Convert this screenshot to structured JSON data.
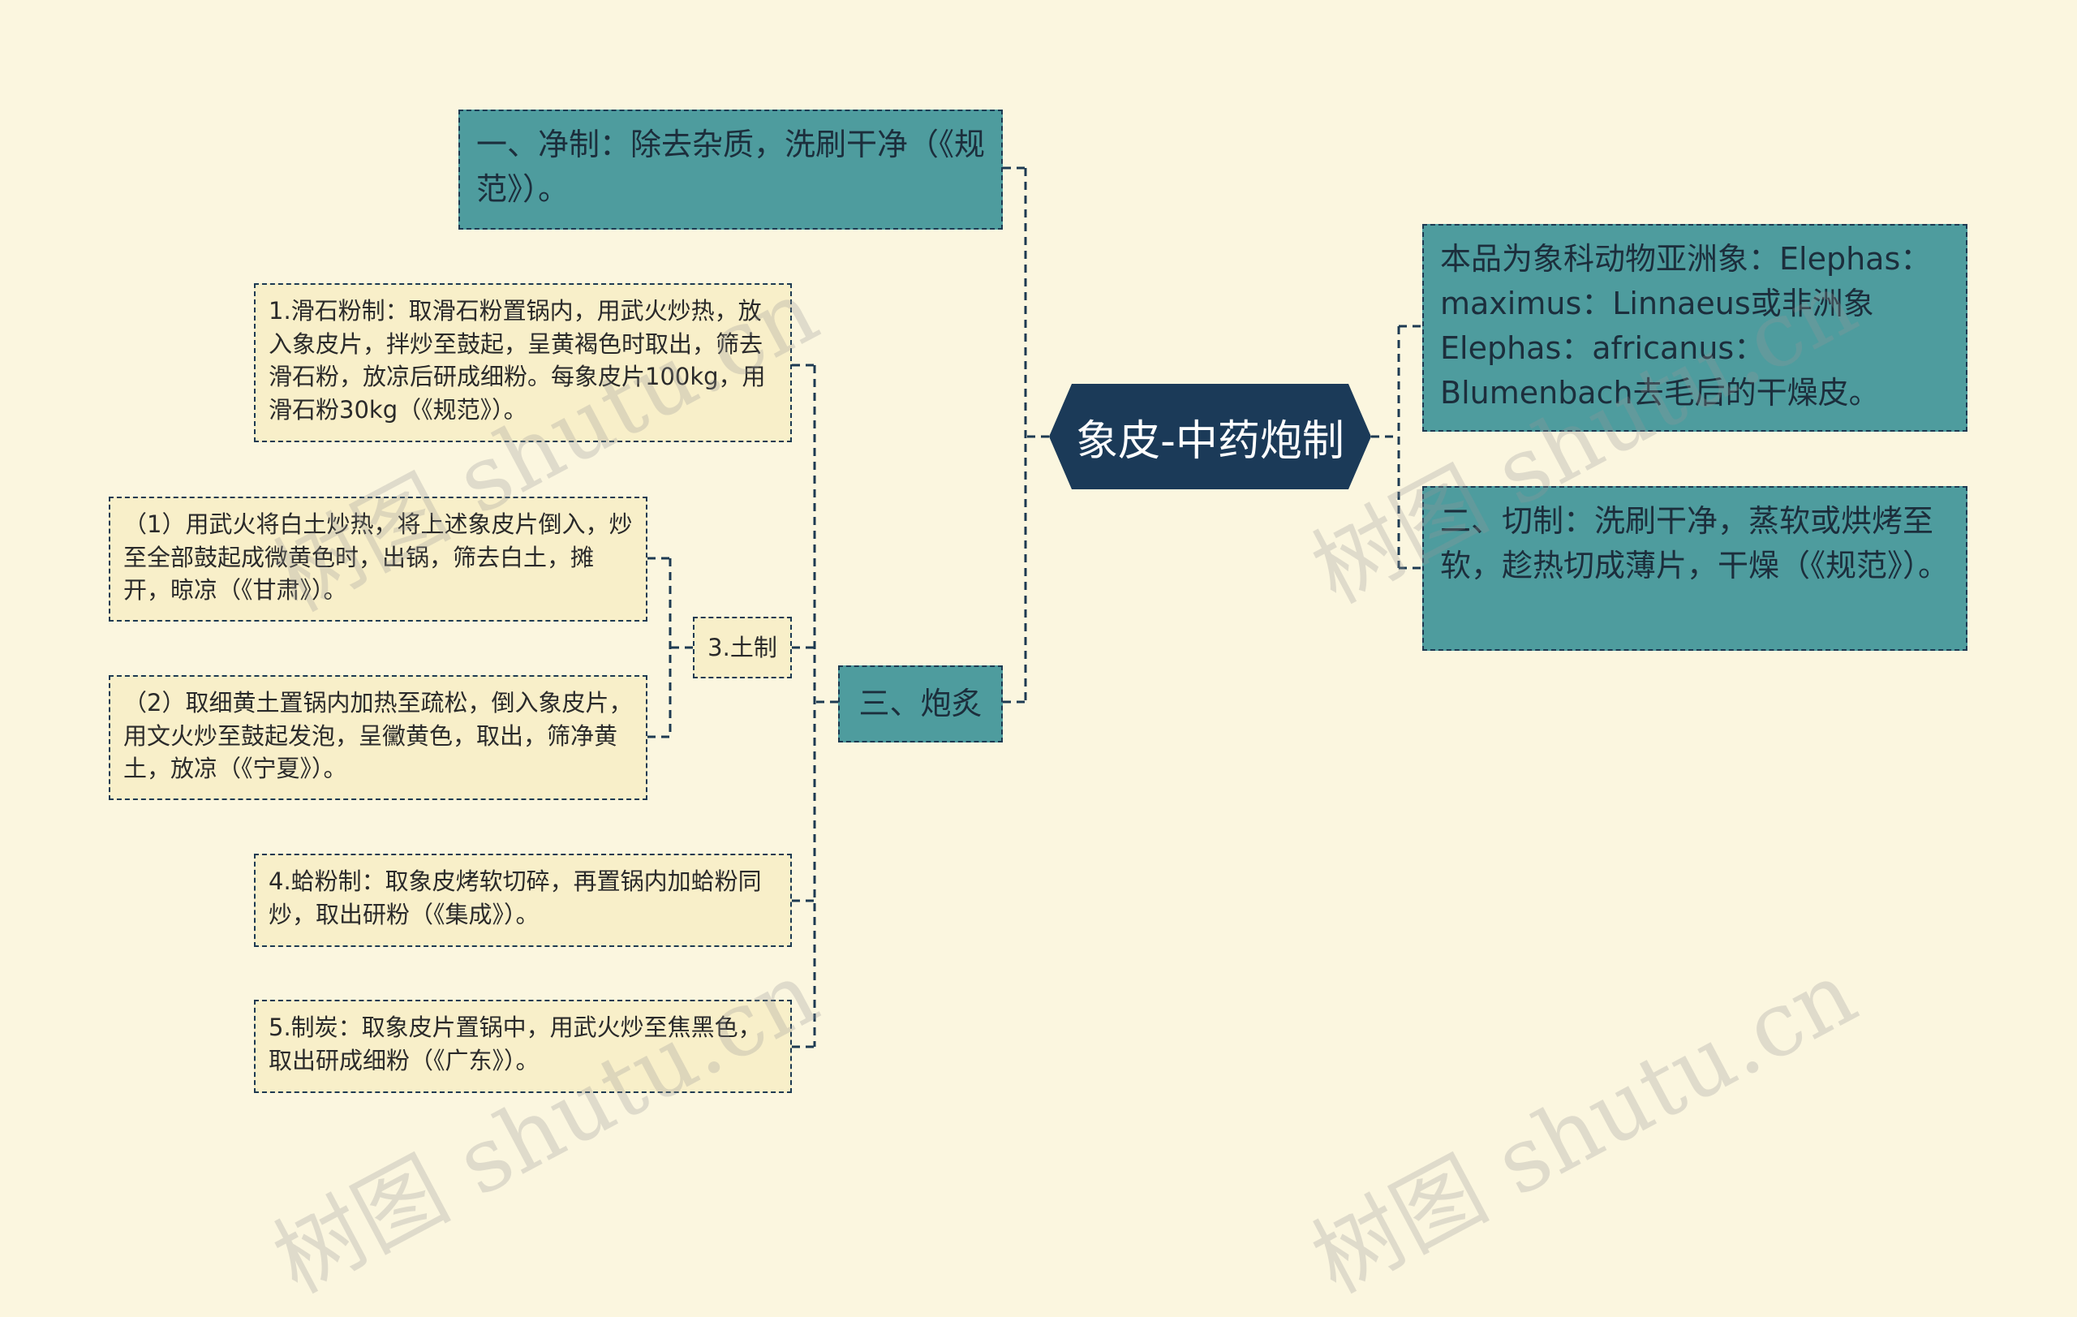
{
  "root": {
    "label": "象皮-中药炮制"
  },
  "right": {
    "source": "本品为象科动物亚洲象：Elephas：maximus：Linnaeus或非洲象Elephas：africanus：Blumenbach去毛后的干燥皮。",
    "qiezhi": "二、切制：洗刷干净，蒸软或烘烤至软，趁热切成薄片，干燥（《规范》）。"
  },
  "left": {
    "jingzhi": "一、净制：除去杂质，洗刷干净（《规范》）。",
    "paozhi": "三、炮炙",
    "huashi": "1.滑石粉制：取滑石粉置锅内，用武火炒热，放入象皮片，拌炒至鼓起，呈黄褐色时取出，筛去滑石粉，放凉后研成细粉。每象皮片100kg，用滑石粉30kg（《规范》）。",
    "tuzhi": "3.土制",
    "tuzhi1": "（1）用武火将白土炒热，将上述象皮片倒入，炒至全部鼓起成微黄色时，出锅，筛去白土，摊开，晾凉（《甘肃》）。",
    "tuzhi2": "（2）取细黄土置锅内加热至疏松，倒入象皮片，用文火炒至鼓起发泡，呈黴黄色，取出，筛净黄土，放凉（《宁夏》）。",
    "gefen": "4.蛤粉制：取象皮烤软切碎，再置锅内加蛤粉同炒，取出研粉（《集成》）。",
    "zhitan": "5.制炭：取象皮片置锅中，用武火炒至焦黑色，取出研成细粉（《广东》）。"
  },
  "watermark": "树图 shutu.cn",
  "colors": {
    "background": "#fbf6df",
    "root": "#1b3a58",
    "teal": "#4e9c9e",
    "light": "#f8efc9",
    "line": "#1d3a52"
  }
}
